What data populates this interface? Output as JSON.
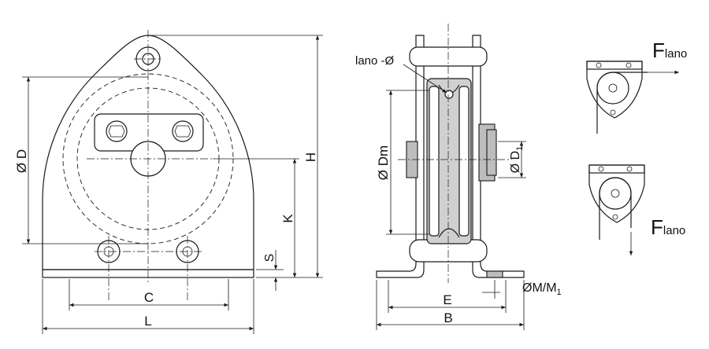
{
  "front_view": {
    "dimensions": {
      "diameter_d": "Ø D",
      "height_h": "H",
      "k": "K",
      "s": "S",
      "c": "C",
      "l": "L"
    }
  },
  "side_view": {
    "rope_label": "lano -Ø",
    "dimensions": {
      "diameter_dm": "Ø Dm",
      "d1_main": "Ø D",
      "d1_sub": "1",
      "e": "E",
      "b": "B",
      "m_main": "ØM/M",
      "m_sub": "1"
    }
  },
  "force_diagrams": {
    "top": {
      "f": "F",
      "sub": "lano"
    },
    "bottom": {
      "f": "F",
      "sub": "lano"
    }
  }
}
